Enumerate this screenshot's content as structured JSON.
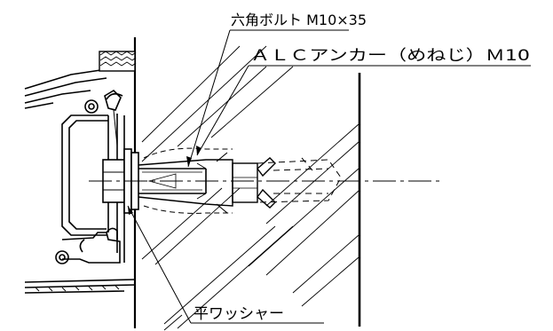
{
  "labels": {
    "bolt": "六角ボルト M10×35",
    "anchor": "ＡＬＣアンカー（めねじ）Ｍ10",
    "washer": "平ワッシャー"
  },
  "colors": {
    "line": "#000000",
    "background": "#ffffff"
  }
}
